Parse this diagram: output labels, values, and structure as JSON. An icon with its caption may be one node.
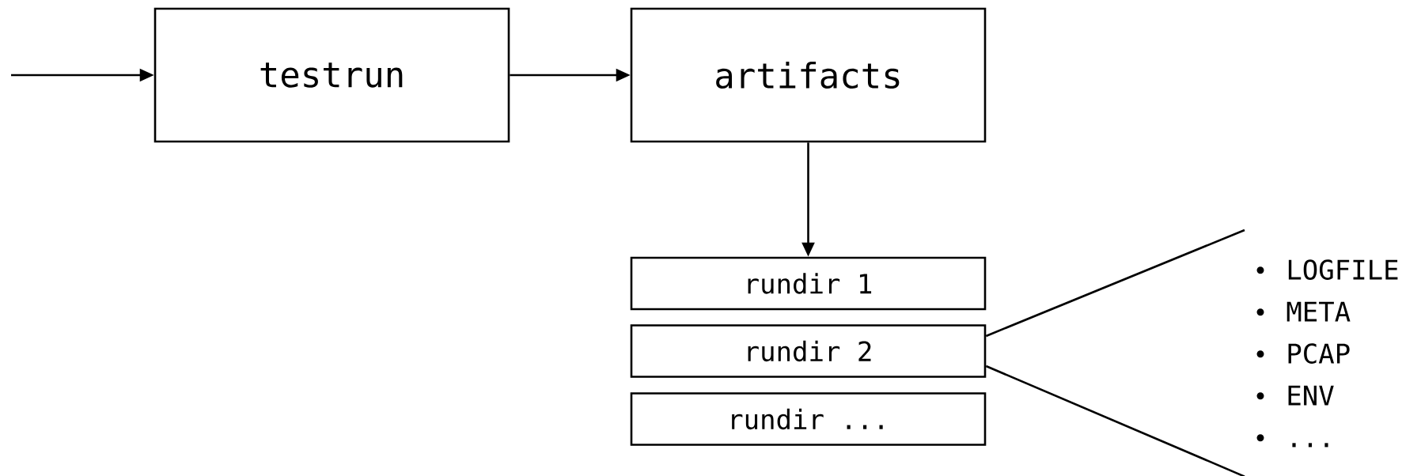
{
  "diagram": {
    "nodes": [
      {
        "text": [
          "testrun"
        ]
      },
      {
        "text": [
          "artifacts"
        ]
      },
      {
        "text": [
          "rundir 1"
        ]
      },
      {
        "text": [
          "rundir 2"
        ]
      },
      {
        "text": [
          "rundir ..."
        ]
      },
      {
        "text": [
          "LOGFILE",
          "META",
          "PCAP",
          "ENV",
          "..."
        ]
      }
    ],
    "edges": [
      {
        "from": null,
        "to": 0,
        "arrow": "to"
      },
      {
        "from": 0,
        "to": 1,
        "arrow": "to"
      },
      {
        "from": 1,
        "to": 2,
        "arrow": "to"
      },
      {
        "from": 3,
        "to": 5,
        "arrow": "none"
      },
      {
        "from": 3,
        "to": 5,
        "arrow": "none"
      }
    ]
  }
}
